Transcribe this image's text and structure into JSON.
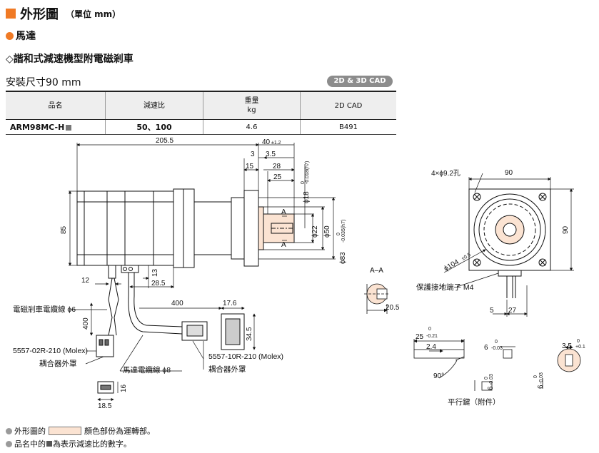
{
  "colors": {
    "accent": "#f07a25",
    "rotating": "#fbe3d2"
  },
  "header": {
    "title": "外形圖",
    "unit": "（單位 mm）"
  },
  "section": {
    "name": "馬達"
  },
  "subsection": {
    "name": "◇諧和式減速機型附電磁剎車"
  },
  "mount": {
    "label": "安裝尺寸90 mm"
  },
  "cad_badge": {
    "label": "2D & 3D CAD"
  },
  "table": {
    "headers": [
      "品名",
      "減速比",
      "重量\nkg",
      "2D CAD"
    ],
    "rows": [
      {
        "model": "ARM98MC-H",
        "ratio": "50、100",
        "weight": "4.6",
        "cad": "B491"
      }
    ]
  },
  "dims": {
    "d205": "205.5",
    "d40": "40",
    "d40tol": "±1.2",
    "d3": "3",
    "d35": "3.5",
    "d15": "15",
    "d28": "28",
    "d25": "25",
    "phi18": "ϕ18",
    "phi18tol": "-0.018(h7)",
    "zero": "0",
    "A": "A",
    "phi22": "ϕ22",
    "phi50": "ϕ50",
    "phi83": "ϕ83",
    "phi83tol": "-0.035(h7)",
    "d85": "85",
    "d12": "12",
    "d13": "13",
    "d285": "28.5",
    "d400a": "400",
    "d400b": "400",
    "d176": "17.6",
    "d345": "34.5",
    "d16": "16",
    "d185": "18.5",
    "aa": "A–A",
    "d205b": "20.5",
    "holes": "4×ϕ9.2孔",
    "d90a": "90",
    "d90b": "90",
    "phi104": "ϕ104",
    "phi104tol": "±0.5",
    "d5": "5",
    "d27": "27",
    "k25": "25",
    "k25tol": "-0.21",
    "k24": "2.4",
    "k6": "6",
    "k6tol": "-0.03",
    "k35": "3.5",
    "k35tol": "+0.1",
    "k90": "90°",
    "k6b": "6",
    "k6btol": "-0.03",
    "k6c": "6",
    "k6ctol": "-0.03"
  },
  "labels": {
    "brake_cable": "電磁剎車電纜線 ϕ6",
    "conn_2p": "5557-02R-210 (Molex)",
    "cover1": "耦合器外罩",
    "motor_cable": "馬達電纜線 ϕ8",
    "conn_10p": "5557-10R-210 (Molex)",
    "cover2": "耦合器外罩",
    "ground": "保護接地端子 M4",
    "key": "平行鍵（附件）"
  },
  "notes": {
    "n1_a": "外形圖的",
    "n1_b": "顏色部份為運轉部。",
    "n2_a": "品名中的",
    "n2_b": "為表示減速比的數字。"
  }
}
